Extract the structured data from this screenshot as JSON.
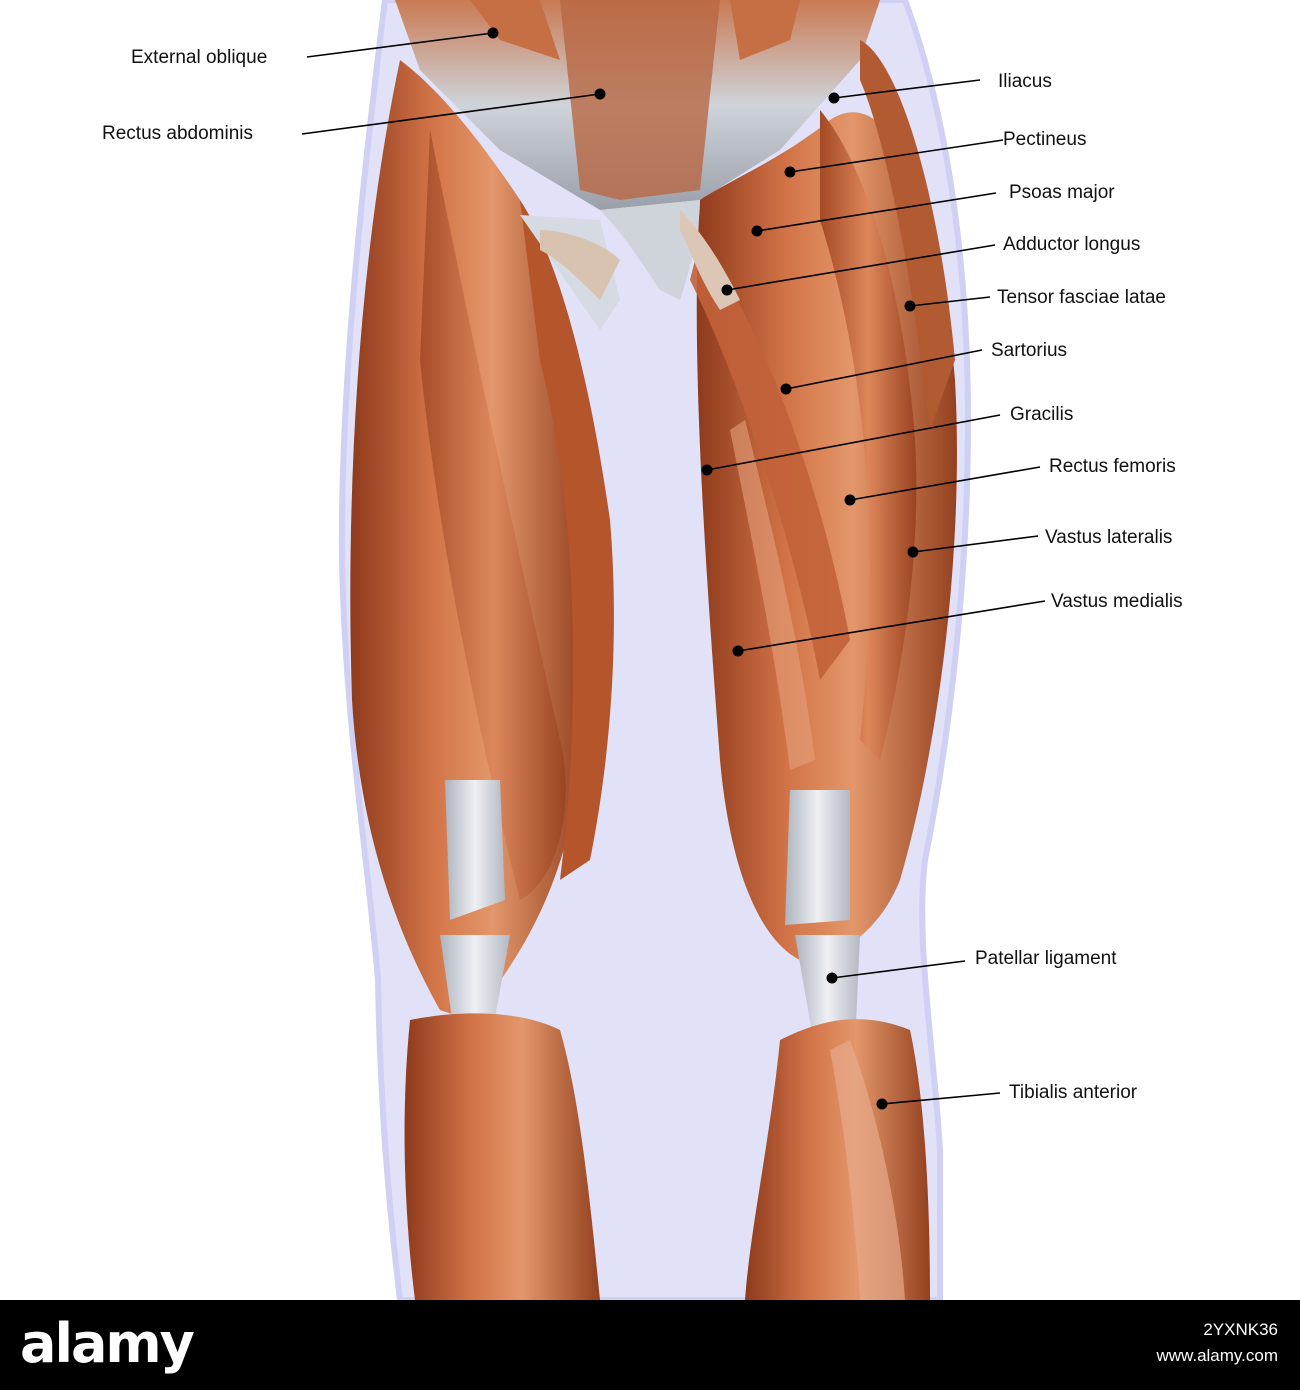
{
  "labels": {
    "external_oblique": "External oblique",
    "rectus_abdominis": "Rectus abdominis",
    "iliacus": "Iliacus",
    "pectineus": "Pectineus",
    "psoas_major": "Psoas major",
    "adductor_longus": "Adductor longus",
    "tensor_fasciae_latae": "Tensor fasciae latae",
    "sartorius": "Sartorius",
    "gracilis": "Gracilis",
    "rectus_femoris": "Rectus femoris",
    "vastus_lateralis": "Vastus lateralis",
    "vastus_medialis": "Vastus medialis",
    "patellar_ligament": "Patellar ligament",
    "tibialis_anterior": "Tibialis anterior"
  },
  "watermark": {
    "logo": "alamy",
    "image_id": "2YXNK36",
    "url": "www.alamy.com"
  },
  "colors": {
    "muscle": "#c8673a",
    "muscle_dark": "#8e3a1c",
    "muscle_light": "#e39a6a",
    "tendon": "#d9dde4",
    "outline": "#c7c8f2",
    "leader_line": "#000000",
    "footer": "#000000"
  }
}
